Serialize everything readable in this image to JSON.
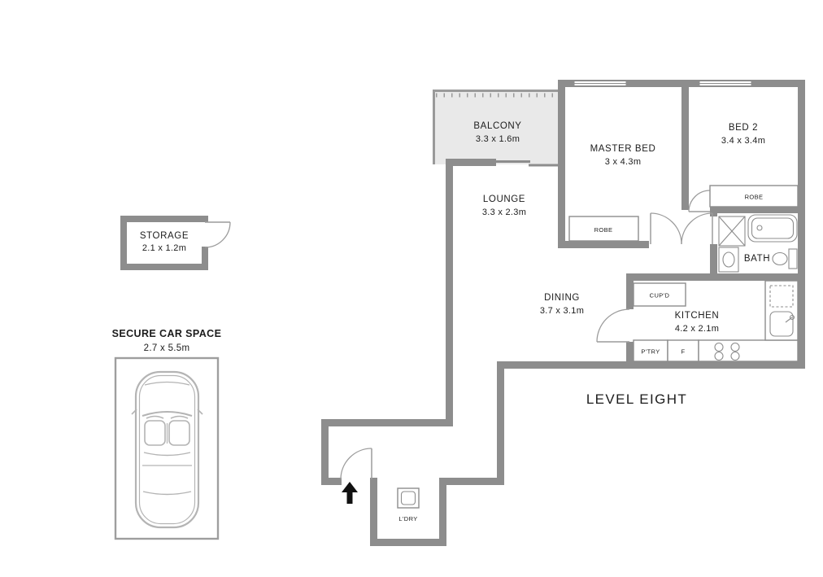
{
  "colors": {
    "wall": "#8d8d8d",
    "thin_line": "#9a9a9a",
    "balcony_fill": "#e9e9e9",
    "text": "#1c1c1c",
    "entry_arrow": "#111111"
  },
  "plan": {
    "level_label": "LEVEL EIGHT",
    "rooms": {
      "balcony": {
        "name": "BALCONY",
        "dims": "3.3 x 1.6m"
      },
      "lounge": {
        "name": "LOUNGE",
        "dims": "3.3 x 2.3m"
      },
      "master_bed": {
        "name": "MASTER BED",
        "dims": "3 x 4.3m"
      },
      "bed2": {
        "name": "BED 2",
        "dims": "3.4 x 3.4m"
      },
      "dining": {
        "name": "DINING",
        "dims": "3.7 x 3.1m"
      },
      "kitchen": {
        "name": "KITCHEN",
        "dims": "4.2 x 2.1m"
      },
      "bath": {
        "name": "BATH"
      },
      "laundry": {
        "name": "L'DRY"
      }
    },
    "fixtures": {
      "robe_master": "ROBE",
      "robe_bed2": "ROBE",
      "cupboard": "CUP'D",
      "pantry": "P'TRY",
      "fridge": "F"
    }
  },
  "storage": {
    "name": "STORAGE",
    "dims": "2.1 x 1.2m"
  },
  "car_space": {
    "name": "SECURE CAR SPACE",
    "dims": "2.7 x 5.5m"
  }
}
